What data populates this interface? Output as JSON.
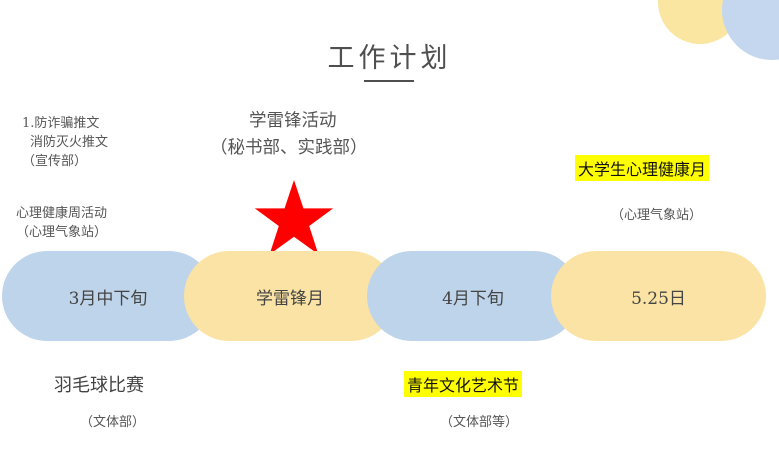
{
  "title": "工作计划",
  "notes": {
    "plan1": [
      "1.防诈骗推文",
      "消防灭火推文",
      "（宣传部）"
    ],
    "psych": [
      "心理健康周活动",
      "（心理气象站）"
    ],
    "leifeng": [
      "学雷锋活动",
      "（秘书部、实践部）"
    ],
    "health_month": "大学生心理健康月",
    "health_org": "（心理气象站）",
    "badminton": "羽毛球比赛",
    "badminton_org": "（文体部）",
    "culture_fest": "青年文化艺术节",
    "culture_org": "（文体部等）"
  },
  "timeline": [
    {
      "label": "3月中下旬"
    },
    {
      "label": "学雷锋月"
    },
    {
      "label": "4月下旬"
    },
    {
      "label": "5.25日"
    }
  ],
  "colors": {
    "pill_blue": "#bed4ea",
    "pill_yellow": "#fae3a4",
    "highlight": "#ffff00",
    "star": "#ff0000"
  }
}
